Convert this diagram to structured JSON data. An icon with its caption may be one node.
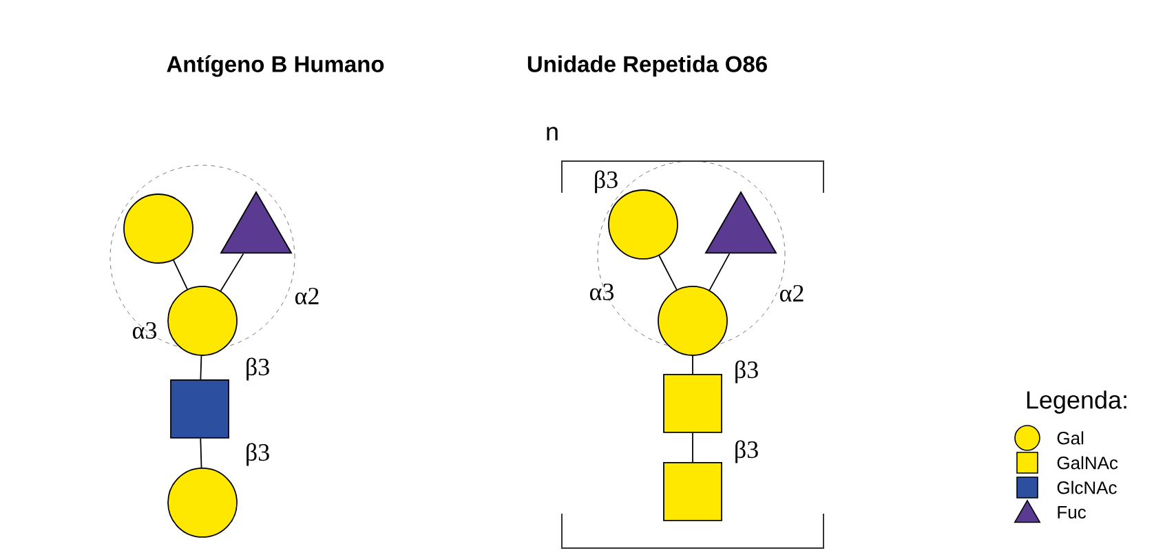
{
  "diagram": {
    "nodes": [
      {
        "text": [],
        "shape": "circle"
      },
      {
        "text": [],
        "shape": "triangle"
      },
      {
        "text": [],
        "shape": "circle"
      },
      {
        "text": [],
        "shape": "box"
      },
      {
        "text": [],
        "shape": "circle"
      },
      {
        "text": [],
        "shape": "circle"
      },
      {
        "text": [],
        "shape": "triangle"
      },
      {
        "text": [],
        "shape": "circle"
      },
      {
        "text": [],
        "shape": "box"
      },
      {
        "text": [],
        "shape": "box"
      }
    ],
    "edges": [
      {
        "from": 0,
        "to": 2,
        "arrow": "none",
        "label": "α3"
      },
      {
        "from": 1,
        "to": 2,
        "arrow": "none",
        "label": "α2"
      },
      {
        "from": 2,
        "to": 3,
        "arrow": "none",
        "label": "β3"
      },
      {
        "from": 3,
        "to": 4,
        "arrow": "none",
        "label": "β3"
      },
      {
        "from": 5,
        "to": 7,
        "arrow": "none",
        "label": "α3"
      },
      {
        "from": 6,
        "to": 7,
        "arrow": "none",
        "label": "α2"
      },
      {
        "from": 7,
        "to": 8,
        "arrow": "none",
        "label": "β3"
      },
      {
        "from": 8,
        "to": 9,
        "arrow": "none",
        "label": "β3"
      }
    ],
    "labels": [
      "Antígeno B Humano",
      "Unidade Repetida O86",
      "n",
      "β3",
      "Legenda:"
    ],
    "legend": [
      {
        "text": "Gal"
      },
      {
        "text": "GalNAc"
      },
      {
        "text": "GlcNAc"
      },
      {
        "text": "Fuc"
      }
    ]
  }
}
